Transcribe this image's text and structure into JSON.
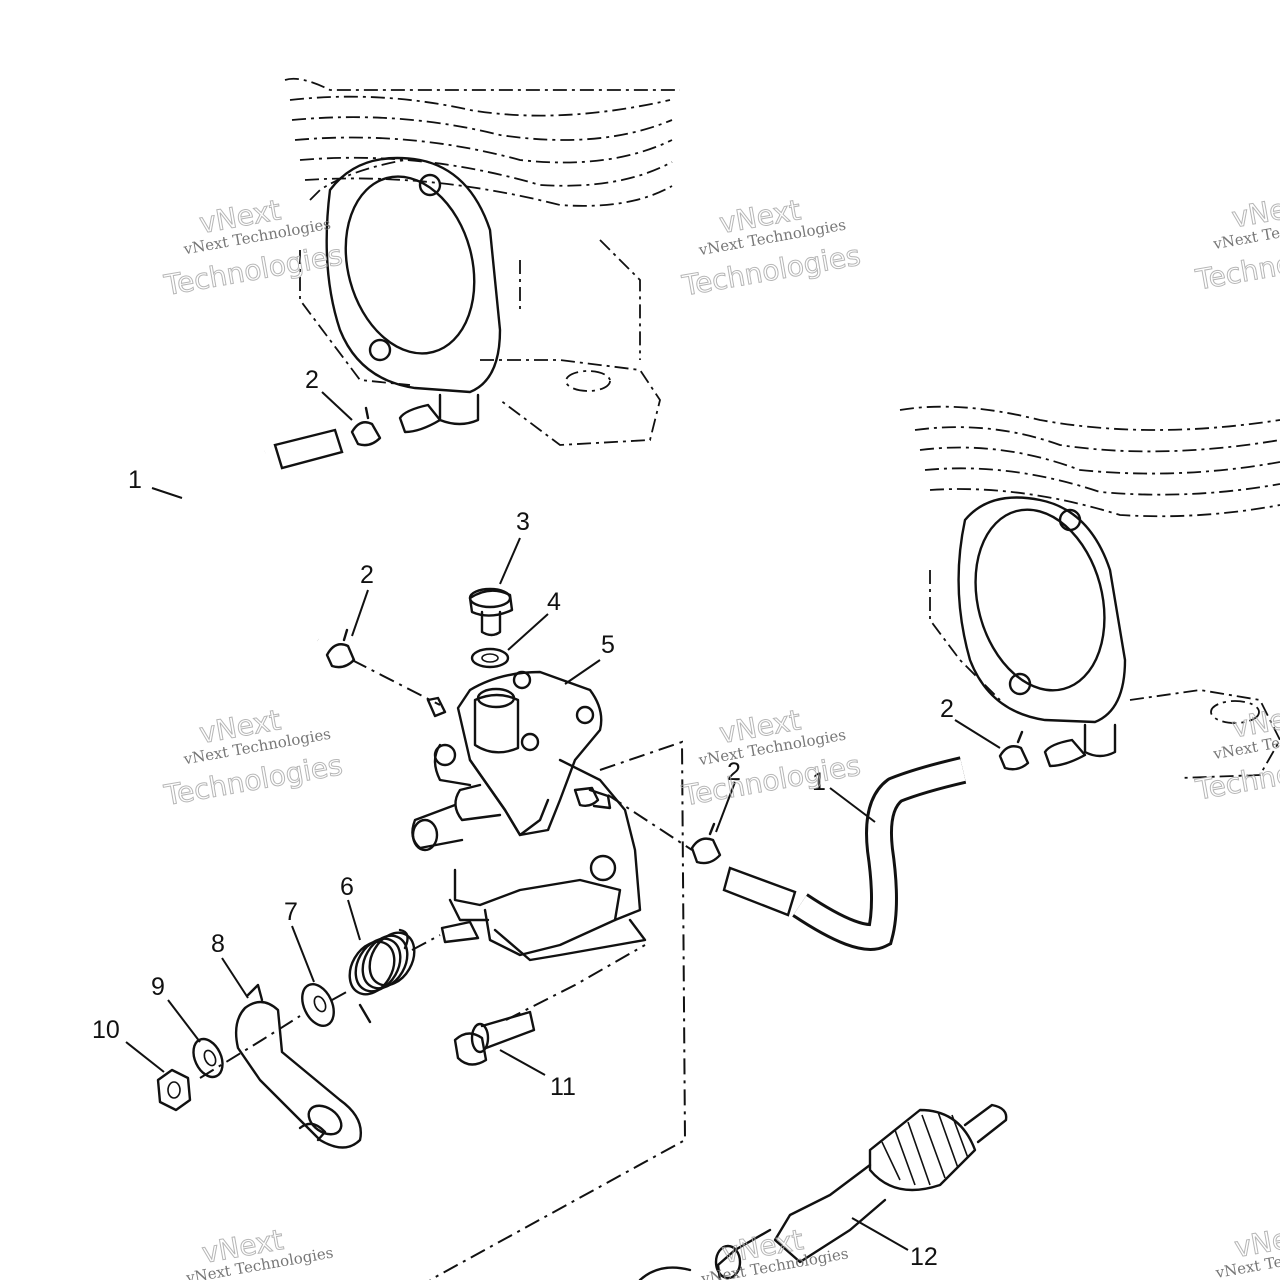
{
  "callouts": {
    "c1a": "1",
    "c1b": "1",
    "c2a": "2",
    "c2b": "2",
    "c2c": "2",
    "c2d": "2",
    "c3": "3",
    "c4": "4",
    "c5": "5",
    "c6": "6",
    "c7": "7",
    "c8": "8",
    "c9": "9",
    "c10": "10",
    "c11": "11",
    "c12": "12"
  },
  "watermark": {
    "line_small": "vNext Technologies",
    "line_big": "Technologies",
    "line_top": "vNext"
  }
}
